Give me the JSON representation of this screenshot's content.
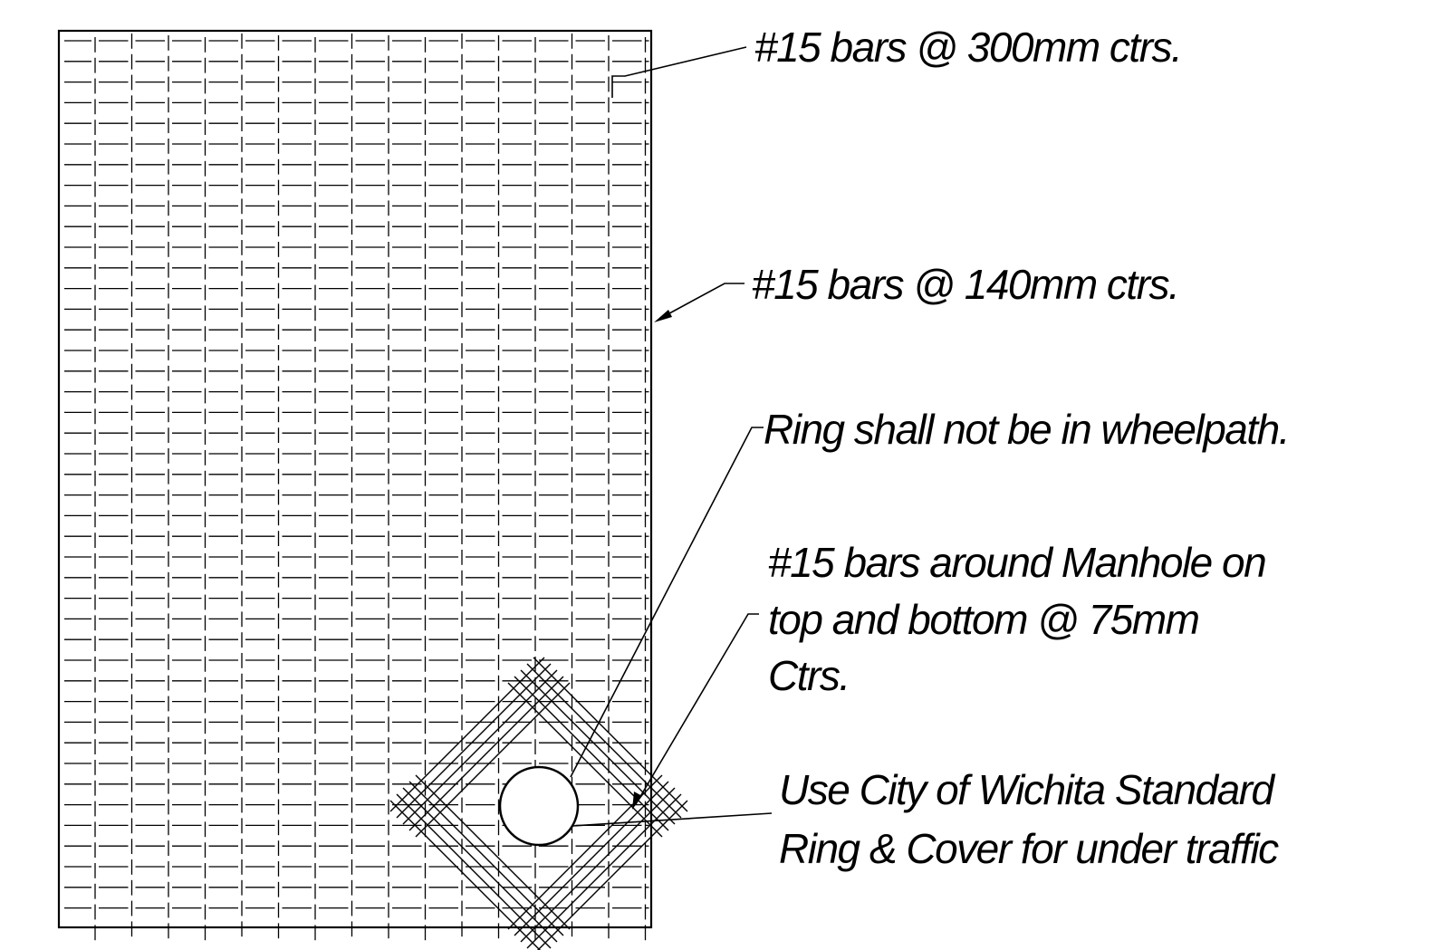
{
  "drawing": {
    "line_color": "#000000",
    "background": "#ffffff",
    "notes": {
      "bars_300": "#15 bars @ 300mm ctrs.",
      "bars_140": "#15 bars @ 140mm ctrs.",
      "ring_wheelpath": "Ring shall not be in wheelpath.",
      "manhole_bars_1": "#15 bars around Manhole on",
      "manhole_bars_2": "top and bottom @ 75mm",
      "manhole_bars_3": "Ctrs.",
      "ring_cover_1": "Use City of Wichita Standard",
      "ring_cover_2": "Ring & Cover for under traffic"
    }
  }
}
